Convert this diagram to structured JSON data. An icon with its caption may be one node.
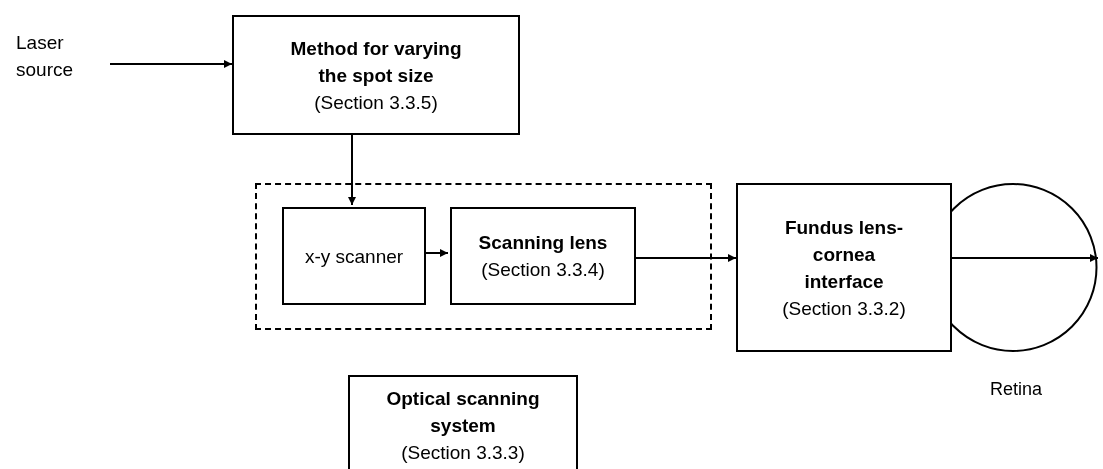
{
  "diagram": {
    "nodes": [
      {
        "text": [
          "Laser source"
        ]
      },
      {
        "text": [
          "Method for varying the spot size",
          "(Section 3.3.5)"
        ]
      },
      {
        "text": [],
        "shape": "box"
      },
      {
        "text": [
          "x-y scanner"
        ],
        "in": 2
      },
      {
        "text": [
          "Scanning lens",
          "(Section 3.3.4)"
        ],
        "in": 2
      },
      {
        "text": [
          "Fundus lens-cornea interface",
          "(Section 3.3.2)"
        ]
      },
      {
        "text": [],
        "shape": "circle",
        "beside": [
          "Retina"
        ]
      },
      {
        "text": [
          "Optical scanning system",
          "(Section 3.3.3)"
        ]
      }
    ],
    "edges": [
      {
        "from": 0,
        "to": 1,
        "arrow": "to"
      },
      {
        "from": 1,
        "to": 3,
        "arrow": "to"
      },
      {
        "from": 3,
        "to": 4,
        "arrow": "to"
      },
      {
        "from": 4,
        "to": 5,
        "arrow": "to"
      },
      {
        "from": 5,
        "to": 6,
        "arrow": "to"
      }
    ]
  }
}
